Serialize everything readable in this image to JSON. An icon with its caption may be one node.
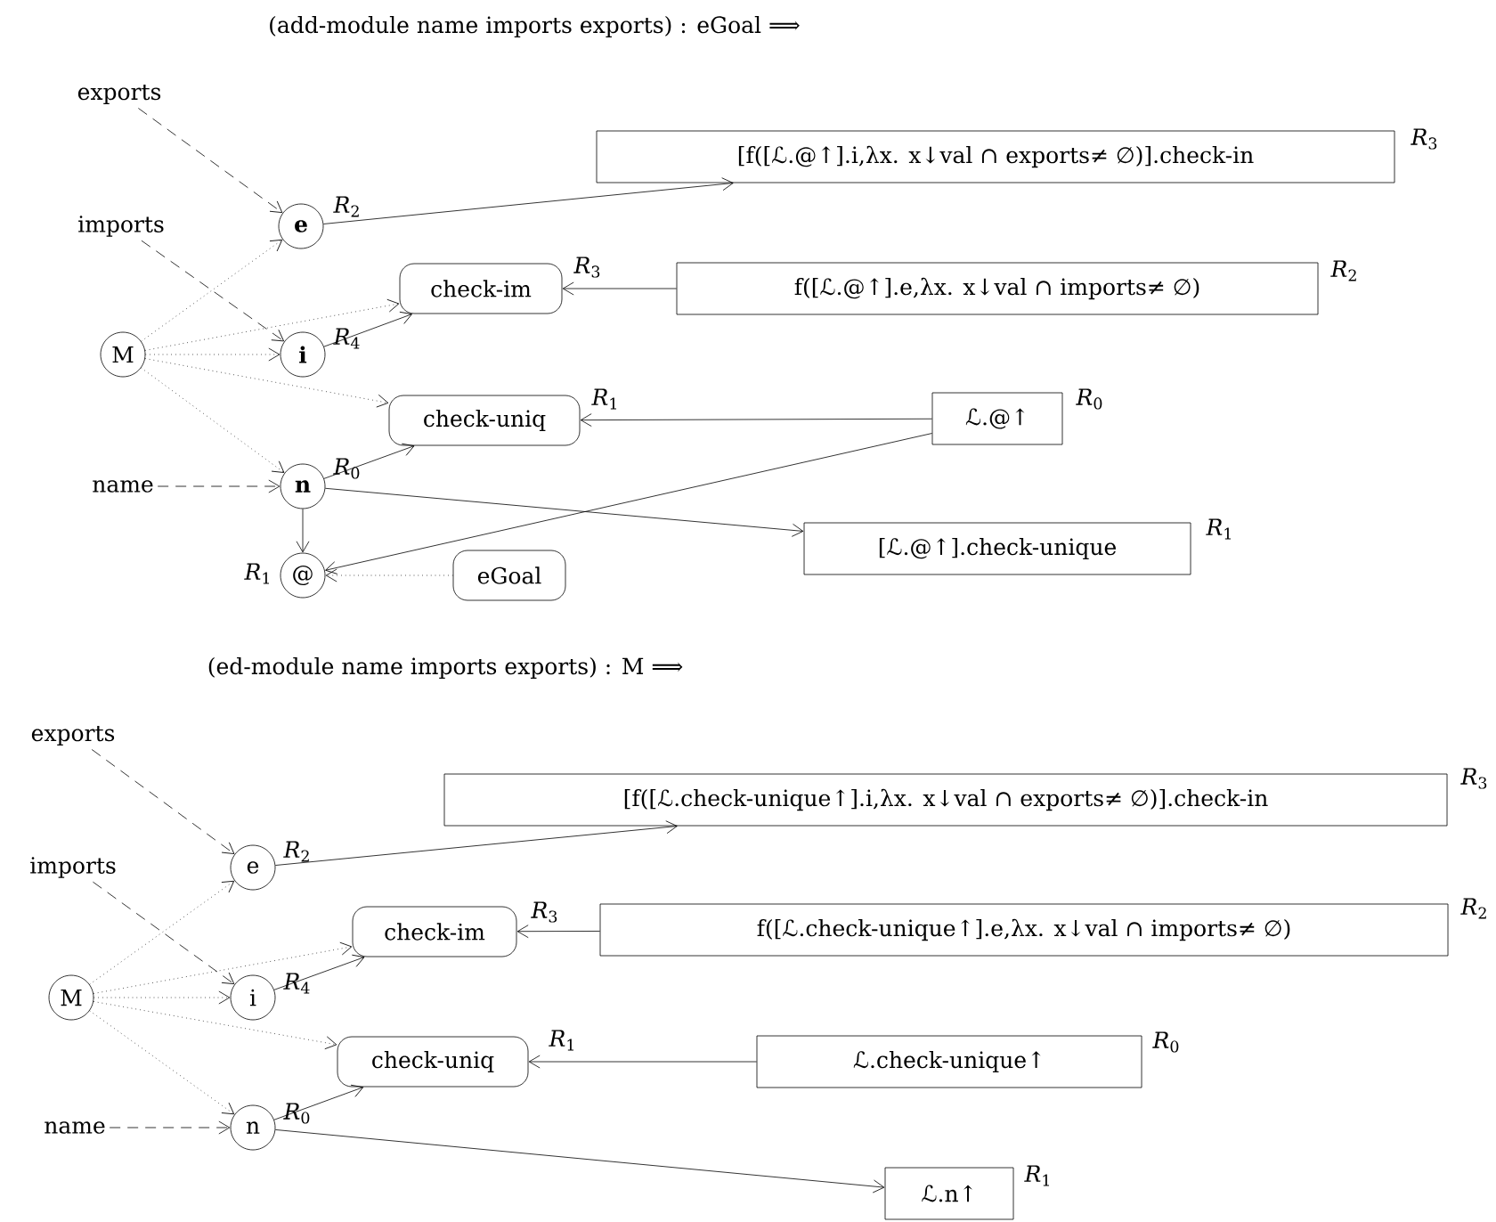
{
  "diagram": {
    "nodes": [
      {
        "text": [
          "exports"
        ]
      },
      {
        "text": [
          "imports"
        ]
      },
      {
        "text": [
          "name"
        ]
      },
      {
        "text": [
          "M"
        ]
      },
      {
        "text": [
          "e"
        ],
        "beside": [
          "*R*$_{2}$"
        ]
      },
      {
        "text": [
          "i"
        ],
        "beside": [
          "*R*$_{4}$"
        ]
      },
      {
        "text": [
          "n"
        ],
        "beside": [
          "*R*$_{0}$"
        ]
      },
      {
        "text": [
          "@"
        ],
        "beside": [
          "*R*$_{1}$"
        ]
      },
      {
        "text": [
          "check-im"
        ],
        "beside": [
          "*R*$_{3}$"
        ]
      },
      {
        "text": [
          "check-uniq"
        ],
        "beside": [
          "*R*$_{1}$"
        ]
      },
      {
        "text": [
          "eGoal"
        ]
      },
      {
        "text": [
          "[f([ℒ.@↑].i,λx. x↓val ∩ exports≠ ∅)].check-in"
        ],
        "beside": [
          "*R*$_{3}$"
        ]
      },
      {
        "text": [
          "f([ℒ.@↑].e,λx. x↓val ∩ imports≠ ∅)"
        ],
        "beside": [
          "*R*$_{2}$"
        ]
      },
      {
        "text": [
          "ℒ.@↑"
        ],
        "beside": [
          "*R*$_{0}$"
        ]
      },
      {
        "text": [
          "[ℒ.@↑].check-unique"
        ],
        "beside": [
          "*R*$_{1}$"
        ]
      },
      {
        "text": [
          "exports"
        ]
      },
      {
        "text": [
          "imports"
        ]
      },
      {
        "text": [
          "name"
        ]
      },
      {
        "text": [
          "M"
        ]
      },
      {
        "text": [
          "e"
        ],
        "beside": [
          "*R*$_{2}$"
        ]
      },
      {
        "text": [
          "i"
        ],
        "beside": [
          "*R*$_{4}$"
        ]
      },
      {
        "text": [
          "n"
        ],
        "beside": [
          "*R*$_{0}$"
        ]
      },
      {
        "text": [
          "check-im"
        ],
        "beside": [
          "*R*$_{3}$"
        ]
      },
      {
        "text": [
          "check-uniq"
        ],
        "beside": [
          "*R*$_{1}$"
        ]
      },
      {
        "text": [
          "[f([ℒ.check-unique↑].i,λx. x↓val ∩ exports≠ ∅)].check-in"
        ],
        "beside": [
          "*R*$_{3}$"
        ]
      },
      {
        "text": [
          "f([ℒ.check-unique↑].e,λx. x↓val ∩ imports≠ ∅)"
        ],
        "beside": [
          "*R*$_{2}$"
        ]
      },
      {
        "text": [
          "ℒ.check-unique↑"
        ],
        "beside": [
          "*R*$_{0}$"
        ]
      },
      {
        "text": [
          "ℒ.n↑"
        ],
        "beside": [
          "*R*$_{1}$"
        ]
      }
    ],
    "edges": [
      {
        "from": 0,
        "to": 4,
        "arrow": "to",
        "style": "dashed"
      },
      {
        "from": 1,
        "to": 5,
        "arrow": "to",
        "style": "dashed"
      },
      {
        "from": 2,
        "to": 6,
        "arrow": "to",
        "style": "dashed"
      },
      {
        "from": 3,
        "to": 4,
        "arrow": "to",
        "style": "dashed"
      },
      {
        "from": 3,
        "to": 8,
        "arrow": "to",
        "style": "dashed"
      },
      {
        "from": 3,
        "to": 5,
        "arrow": "to",
        "style": "dashed"
      },
      {
        "from": 3,
        "to": 9,
        "arrow": "to",
        "style": "dashed"
      },
      {
        "from": 3,
        "to": 6,
        "arrow": "to",
        "style": "dashed"
      },
      {
        "from": 4,
        "to": 11,
        "arrow": "to"
      },
      {
        "from": 5,
        "to": 8,
        "arrow": "to"
      },
      {
        "from": 12,
        "to": 8,
        "arrow": "to"
      },
      {
        "from": 6,
        "to": 9,
        "arrow": "to"
      },
      {
        "from": 13,
        "to": 9,
        "arrow": "to"
      },
      {
        "from": 13,
        "to": 7,
        "arrow": "to"
      },
      {
        "from": 6,
        "to": 14,
        "arrow": "to"
      },
      {
        "from": 6,
        "to": 7,
        "arrow": "to"
      },
      {
        "from": 10,
        "to": 7,
        "arrow": "to",
        "style": "dashed"
      },
      {
        "from": 15,
        "to": 19,
        "arrow": "to",
        "style": "dashed"
      },
      {
        "from": 16,
        "to": 20,
        "arrow": "to",
        "style": "dashed"
      },
      {
        "from": 17,
        "to": 21,
        "arrow": "to",
        "style": "dashed"
      },
      {
        "from": 18,
        "to": 19,
        "arrow": "to",
        "style": "dashed"
      },
      {
        "from": 18,
        "to": 22,
        "arrow": "to",
        "style": "dashed"
      },
      {
        "from": 18,
        "to": 20,
        "arrow": "to",
        "style": "dashed"
      },
      {
        "from": 18,
        "to": 23,
        "arrow": "to",
        "style": "dashed"
      },
      {
        "from": 18,
        "to": 21,
        "arrow": "to",
        "style": "dashed"
      },
      {
        "from": 19,
        "to": 24,
        "arrow": "to"
      },
      {
        "from": 20,
        "to": 22,
        "arrow": "to"
      },
      {
        "from": 25,
        "to": 22,
        "arrow": "to"
      },
      {
        "from": 21,
        "to": 23,
        "arrow": "to"
      },
      {
        "from": 26,
        "to": 23,
        "arrow": "to"
      },
      {
        "from": 21,
        "to": 27,
        "arrow": "to"
      }
    ],
    "labels": [
      "(add-module name imports exports) : eGoal ⟹",
      "(ed-module name imports exports) : M ⟹"
    ]
  }
}
